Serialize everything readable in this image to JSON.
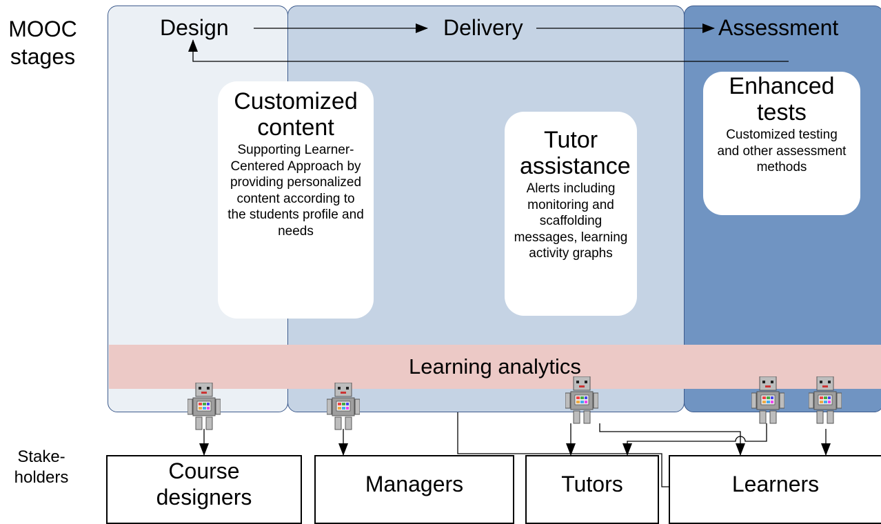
{
  "side_labels": {
    "stages": "MOOC\nstages",
    "stakeholders": "Stake-\nholders"
  },
  "stages": [
    "Design",
    "Delivery",
    "Assessment"
  ],
  "band": {
    "label": "Learning analytics"
  },
  "cards": [
    {
      "title": "Customized content",
      "body": "Supporting Learner-Centered Approach by providing personalized content according to the students profile and needs"
    },
    {
      "title": "Tutor assistance",
      "body": "Alerts including monitoring and scaffolding messages, learning activity graphs"
    },
    {
      "title": "Enhanced tests",
      "body": "Customized testing and other assessment methods"
    }
  ],
  "stakeholders": [
    "Course designers",
    "Managers",
    "Tutors",
    "Learners"
  ],
  "agent_icon": "robot-icon",
  "colors": {
    "design_col": "#ebf0f5",
    "delivery_col": "#c5d3e4",
    "assessment_col": "#7094c2",
    "band": "#ecc9c6",
    "border": "#3c5a8c"
  }
}
